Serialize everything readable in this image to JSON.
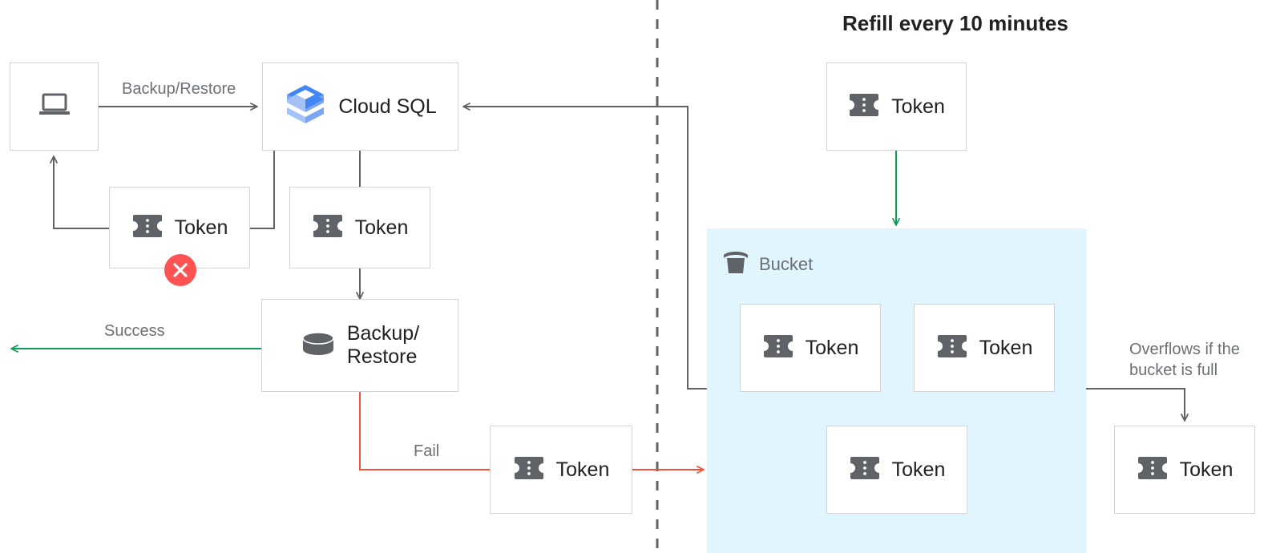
{
  "diagram": {
    "title": "Refill every 10 minutes",
    "divider": "vertical-dashed-divider",
    "colors": {
      "token_icon": "#5f6368",
      "box_border": "#d3d3d3",
      "arrow_gray": "#5f6368",
      "arrow_green": "#0f9d58",
      "arrow_red": "#f4503c",
      "error_badge": "#ff5252",
      "bucket_fill": "#e1f5fe",
      "cloudsql_blue": "#4285f4",
      "cloudsql_blue_light": "#a5c2f7",
      "label_text": "#6b7075",
      "node_text": "#202124"
    }
  },
  "nodes": {
    "client": {
      "label": "",
      "icon": "laptop-icon"
    },
    "cloud_sql": {
      "label": "Cloud SQL",
      "icon": "cloud-sql-icon"
    },
    "token_failed": {
      "label": "Token",
      "icon": "token-icon",
      "badge": "error-x-icon"
    },
    "token_consumed": {
      "label": "Token",
      "icon": "token-icon"
    },
    "backup_restore": {
      "label": "Backup/\nRestore",
      "icon": "database-icon"
    },
    "token_fail_return": {
      "label": "Token",
      "icon": "token-icon"
    },
    "token_refill": {
      "label": "Token",
      "icon": "token-icon"
    },
    "bucket": {
      "label": "Bucket",
      "icon": "bucket-icon"
    },
    "bucket_token_1": {
      "label": "Token",
      "icon": "token-icon"
    },
    "bucket_token_2": {
      "label": "Token",
      "icon": "token-icon"
    },
    "bucket_token_3": {
      "label": "Token",
      "icon": "token-icon"
    },
    "token_overflow": {
      "label": "Token",
      "icon": "token-icon"
    }
  },
  "edge_labels": {
    "backup_restore": "Backup/Restore",
    "success": "Success",
    "fail": "Fail",
    "overflow": "Overflows if the\nbucket is full"
  }
}
